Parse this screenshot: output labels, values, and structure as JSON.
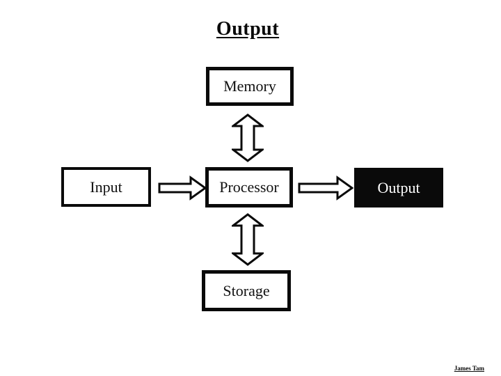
{
  "slide": {
    "title": "Output",
    "footer": "James Tam"
  },
  "diagram": {
    "nodes": [
      {
        "id": "memory",
        "label": "Memory",
        "style": "white-box-black-border"
      },
      {
        "id": "input",
        "label": "Input",
        "style": "white-box-black-border"
      },
      {
        "id": "processor",
        "label": "Processor",
        "style": "white-box-black-border"
      },
      {
        "id": "output",
        "label": "Output",
        "style": "black-box-white-text"
      },
      {
        "id": "storage",
        "label": "Storage",
        "style": "white-box-black-border"
      }
    ],
    "connectors": [
      {
        "from": "memory",
        "to": "processor",
        "type": "double-headed-vertical-arrow"
      },
      {
        "from": "input",
        "to": "processor",
        "type": "right-block-arrow"
      },
      {
        "from": "processor",
        "to": "output",
        "type": "right-block-arrow"
      },
      {
        "from": "processor",
        "to": "storage",
        "type": "double-headed-vertical-arrow"
      }
    ]
  },
  "colors": {
    "background": "#ffffff",
    "line_and_text": "#0a0a0a",
    "dark_box_fill": "#0a0a0a",
    "dark_box_text": "#ffffff",
    "arrow_fill": "#ffffff"
  }
}
